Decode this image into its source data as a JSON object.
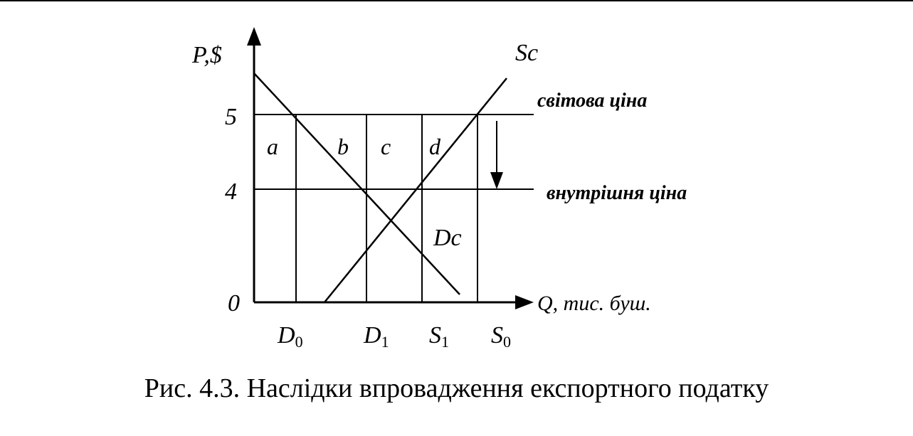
{
  "diagram": {
    "y_axis_label": "P,$",
    "x_axis_label": "Q, тис. буш.",
    "origin_label": "0",
    "price_labels": [
      "5",
      "4"
    ],
    "world_price_label": "світова ціна",
    "domestic_price_label": "внутрішня ціна",
    "supply_label": "Sc",
    "demand_label": "Dc",
    "area_labels": [
      "a",
      "b",
      "c",
      "d"
    ],
    "quantity_labels": [
      {
        "letter": "D",
        "sub": "0"
      },
      {
        "letter": "D",
        "sub": "1"
      },
      {
        "letter": "S",
        "sub": "1"
      },
      {
        "letter": "S",
        "sub": "0"
      }
    ]
  },
  "caption": "Рис. 4.3. Наслідки впровадження експортного податку",
  "colors": {
    "ink": "#000000",
    "background": "#ffffff"
  }
}
